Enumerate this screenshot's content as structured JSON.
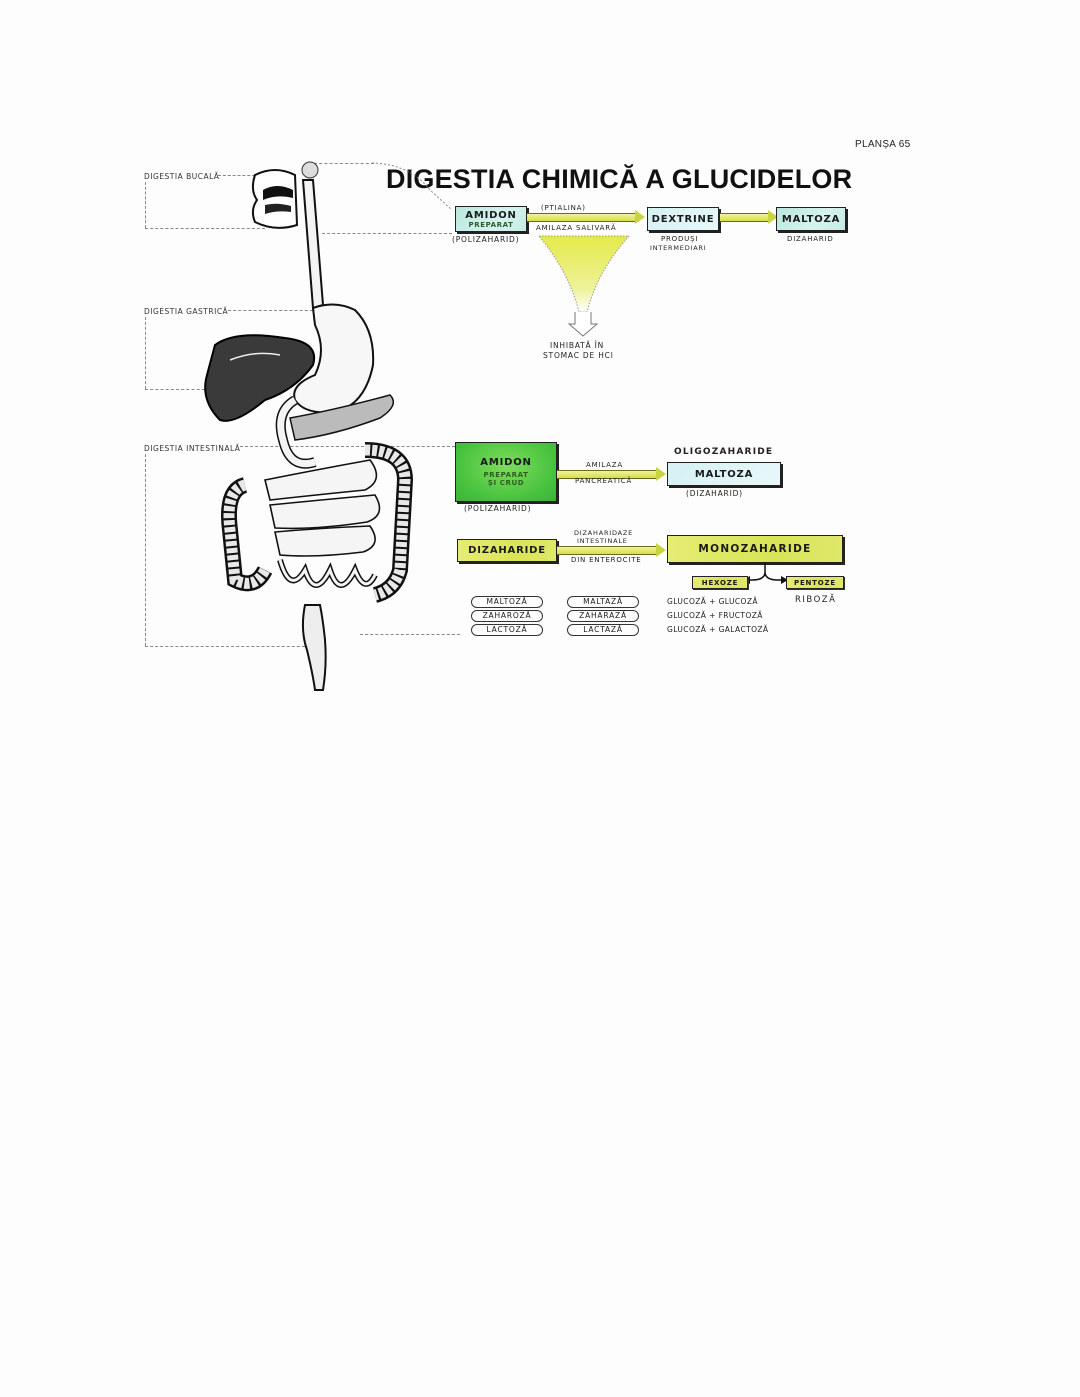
{
  "header": {
    "plate": "PLANȘA 65",
    "title": "DIGESTIA CHIMICĂ A GLUCIDELOR"
  },
  "sections": {
    "buccal": "DIGESTIA BUCALĂ",
    "gastric": "DIGESTIA GASTRICĂ",
    "intestinal": "DIGESTIA INTESTINALĂ"
  },
  "anatomy": {
    "organs": [
      "mouth-pharynx",
      "esophagus",
      "liver",
      "stomach",
      "pancreas",
      "small-intestine",
      "colon",
      "rectum"
    ]
  },
  "buccal_flow": {
    "amidon": {
      "title": "AMIDON",
      "sub": "PREPARAT",
      "caption": "(POLIZAHARID)"
    },
    "enzyme_top": "(PTIALINA)",
    "enzyme_bottom": "AMILAZA SALIVARĂ",
    "dextrine": {
      "title": "DEXTRINE",
      "caption_1": "PRODUȘI",
      "caption_2": "INTERMEDIARI"
    },
    "maltoza": {
      "title": "MALTOZA",
      "caption": "DIZAHARID"
    },
    "inhibited_1": "INHIBATĂ ÎN",
    "inhibited_2": "STOMAC DE HCl"
  },
  "intestinal_flow": {
    "amidon": {
      "title": "AMIDON",
      "sub_1": "PREPARAT",
      "sub_2": "ȘI CRUD",
      "caption": "(POLIZAHARID)"
    },
    "enzyme_top": "AMILAZA",
    "enzyme_bottom": "PANCREATICĂ",
    "oligo_label": "OLIGOZAHARIDE",
    "maltoza": {
      "title": "MALTOZA",
      "caption": "(DIZAHARID)"
    }
  },
  "disaccharide_flow": {
    "dizaharide": "DIZAHARIDE",
    "enzyme_top_1": "DIZAHARIDAZE",
    "enzyme_top_2": "INTESTINALE",
    "enzyme_bottom": "DIN ENTEROCITE",
    "monozaharide": "MONOZAHARIDE",
    "hexoze": "HEXOZE",
    "pentoze": "PENTOZE",
    "riboza": "RIBOZĂ",
    "rows": [
      {
        "substrate": "MALTOZĂ",
        "enzyme": "MALTAZĂ",
        "products": "GLUCOZĂ + GLUCOZĂ"
      },
      {
        "substrate": "ZAHAROZĂ",
        "enzyme": "ZAHARAZĂ",
        "products": "GLUCOZĂ + FRUCTOZĂ"
      },
      {
        "substrate": "LACTOZĂ",
        "enzyme": "LACTAZĂ",
        "products": "GLUCOZĂ + GALACTOZĂ"
      }
    ]
  },
  "colors": {
    "cyan_box": "#c9ece5",
    "green_box": "#52c646",
    "yellow_box": "#dde65f",
    "arrow": "#d6df4c",
    "funnel": "#e5ea55"
  }
}
